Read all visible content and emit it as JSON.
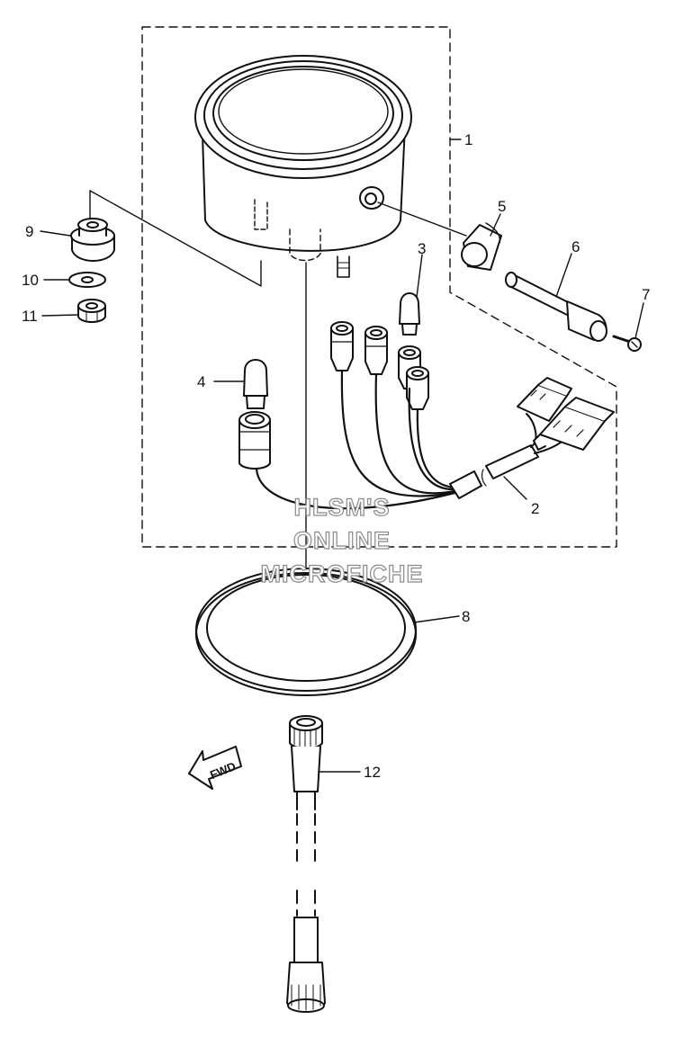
{
  "callouts": {
    "p1": "1",
    "p2": "2",
    "p3": "3",
    "p4": "4",
    "p5": "5",
    "p6": "6",
    "p7": "7",
    "p8": "8",
    "p9": "9",
    "p10": "10",
    "p11": "11",
    "p12": "12"
  },
  "watermark": {
    "line1": "HLSM'S",
    "line2": "ONLINE",
    "line3": "MICROFICHE"
  },
  "direction_arrow": {
    "label": "FWD"
  }
}
